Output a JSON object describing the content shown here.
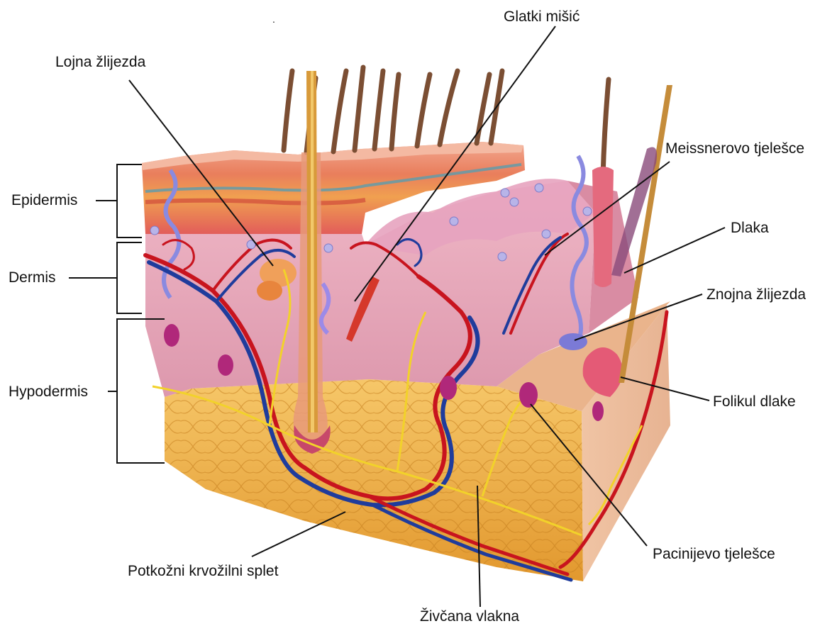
{
  "labels": {
    "glatki_misic": "Glatki mišić",
    "lojna_zlijezda": "Lojna žlijezda",
    "meissnerovo_tjelesce": "Meissnerovo tjelešce",
    "dlaka": "Dlaka",
    "znojna_zlijezda": "Znojna žlijezda",
    "folikul_dlake": "Folikul dlake",
    "pacinijevo_tjelesce": "Pacinijevo tjelešce",
    "potkozni_krvozilni_splet": "Potkožni krvožilni splet",
    "zivcana_vlakna": "Živčana vlakna"
  },
  "layers": {
    "epidermis": "Epidermis",
    "dermis": "Dermis",
    "hypodermis": "Hypodermis"
  },
  "colors": {
    "epidermis": "#e98a6c",
    "dermis": "#e8a9b8",
    "hypodermis": "#f0b24a",
    "artery": "#c8141e",
    "vein": "#1f3c9c",
    "nerve": "#f2d22a",
    "hair": "#8a5a3c",
    "gland": "#e0607a",
    "sweat_gland": "#8f8fe0"
  }
}
